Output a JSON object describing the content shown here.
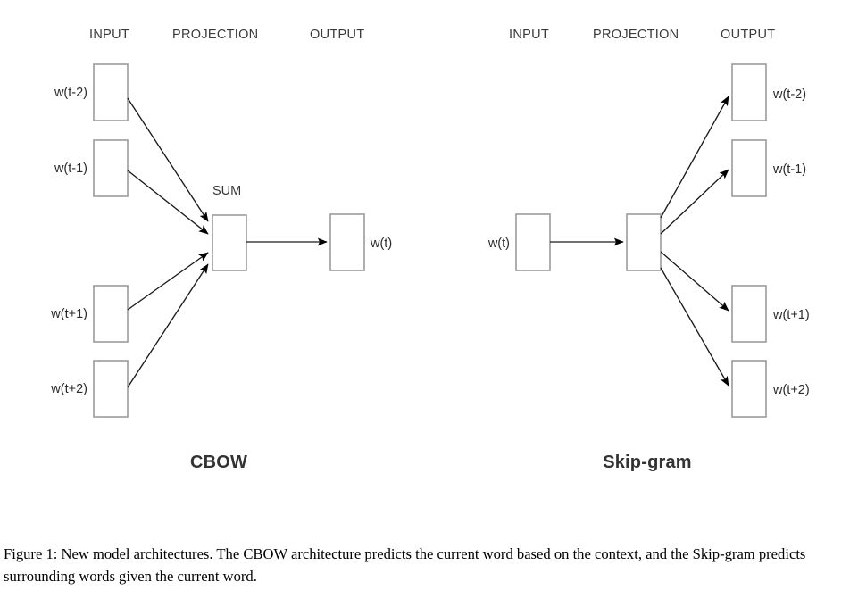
{
  "figure": {
    "caption": "Figure 1: New model architectures. The CBOW architecture predicts the current word based on the context, and the Skip-gram predicts surrounding words given the current word.",
    "background_color": "#ffffff",
    "box_stroke_color": "#9b9b9b",
    "edge_color": "#1a1a1a",
    "header_color": "#3a3a3a",
    "title_color": "#333333"
  },
  "cbow": {
    "title": "CBOW",
    "headers": {
      "input": "INPUT",
      "projection": "PROJECTION",
      "output": "OUTPUT"
    },
    "projection_note": "SUM",
    "inputs": [
      {
        "label": "w(t-2)"
      },
      {
        "label": "w(t-1)"
      },
      {
        "label": "w(t+1)"
      },
      {
        "label": "w(t+2)"
      }
    ],
    "outputs": [
      {
        "label": "w(t)"
      }
    ]
  },
  "skipgram": {
    "title": "Skip-gram",
    "headers": {
      "input": "INPUT",
      "projection": "PROJECTION",
      "output": "OUTPUT"
    },
    "inputs": [
      {
        "label": "w(t)"
      }
    ],
    "outputs": [
      {
        "label": "w(t-2)"
      },
      {
        "label": "w(t-1)"
      },
      {
        "label": "w(t+1)"
      },
      {
        "label": "w(t+2)"
      }
    ]
  }
}
